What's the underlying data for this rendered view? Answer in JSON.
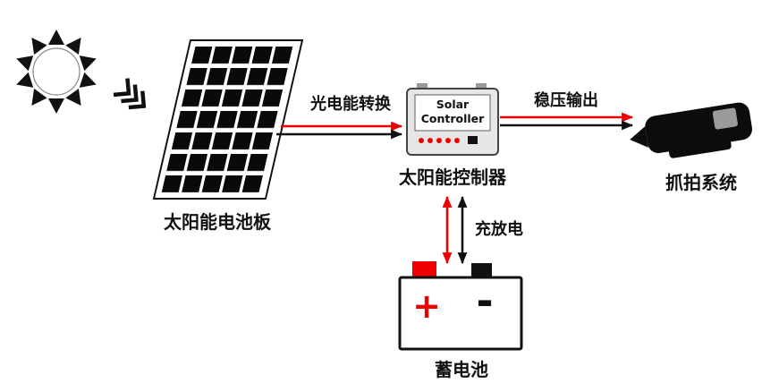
{
  "colors": {
    "red": "#ee0000",
    "black": "#111111",
    "controller_fill": "#e6e6e6",
    "lens_gray": "#9a9a9a"
  },
  "nodes": {
    "sun": {
      "name": "sun"
    },
    "solar_panel": {
      "label": "太阳能电池板"
    },
    "controller": {
      "label": "太阳能控制器",
      "device_line1": "Solar",
      "device_line2": "Controller"
    },
    "camera": {
      "label": "抓拍系统"
    },
    "battery": {
      "label": "蓄电池",
      "plus_symbol": "+",
      "minus_symbol": "-"
    }
  },
  "edges": {
    "panel_to_controller": {
      "label": "光电能转换"
    },
    "controller_to_camera": {
      "label": "稳压输出"
    },
    "controller_to_battery": {
      "label": "充放电"
    }
  }
}
